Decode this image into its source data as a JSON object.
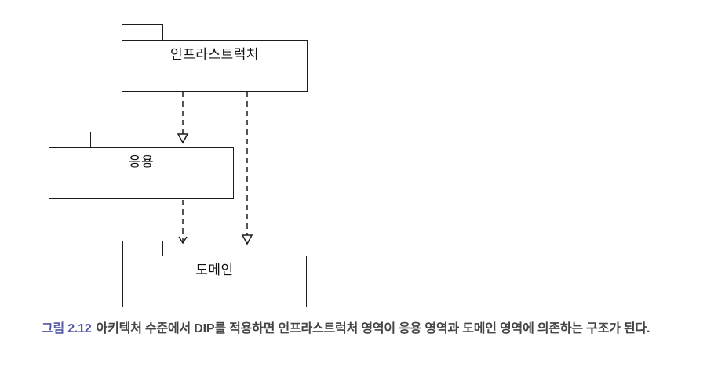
{
  "diagram": {
    "type": "uml-package-diagram",
    "packages": [
      {
        "id": "infrastructure",
        "label": "인프라스트럭처"
      },
      {
        "id": "application",
        "label": "응용"
      },
      {
        "id": "domain",
        "label": "도메인"
      }
    ],
    "arrows": [
      {
        "id": "infrastructure-to-application",
        "from": "인프라스트럭처",
        "to": "응용",
        "line": "dashed",
        "head": "open-triangle"
      },
      {
        "id": "infrastructure-to-domain",
        "from": "인프라스트럭처",
        "to": "도메인",
        "line": "dashed",
        "head": "open-triangle"
      },
      {
        "id": "application-to-domain",
        "from": "응용",
        "to": "도메인",
        "line": "dashed",
        "head": "open-v"
      }
    ],
    "line_color": "#1c1c1c",
    "background_color": "#ffffff"
  },
  "caption": {
    "figure_label": "그림 2.12",
    "text": "아키텍처 수준에서 DIP를 적용하면 인프라스트럭처 영역이 응용 영역과 도메인 영역에 의존하는 구조가 된다.",
    "figure_label_color": "#5457a6",
    "text_color": "#444444"
  }
}
